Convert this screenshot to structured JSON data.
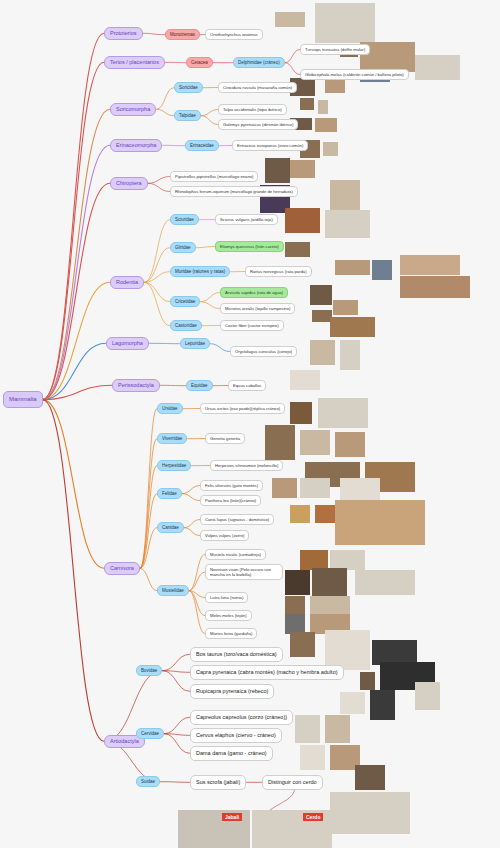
{
  "diagram": {
    "nodes": [
      {
        "text": [
          "Mammalia"
        ]
      },
      {
        "text": [
          "Prototerios"
        ]
      },
      {
        "text": [
          "Monotremas"
        ]
      },
      {
        "text": [
          "Ornithorhynchus anatinus"
        ]
      },
      {
        "text": [
          "Terios / placentarios"
        ]
      },
      {
        "text": [
          "Cetacea"
        ]
      },
      {
        "text": [
          "Delphinidae (cráneo)"
        ]
      },
      {
        "text": [
          "Tursiops truncatus (delfín mular)"
        ]
      },
      {
        "text": [
          "Globicephala melas (calderón común / ballena piloto)"
        ]
      },
      {
        "text": [
          "Soricomorpha"
        ]
      },
      {
        "text": [
          "Soricidae"
        ]
      },
      {
        "text": [
          "Crocidura russula (musaraña común)"
        ]
      },
      {
        "text": [
          "Talpidae"
        ]
      },
      {
        "text": [
          "Talpa occidentalis (topo ibérico)"
        ]
      },
      {
        "text": [
          "Galemys pyrenaicus (desmán ibérico)"
        ]
      },
      {
        "text": [
          "Erinaceomorpha"
        ]
      },
      {
        "text": [
          "Erinaceidae"
        ]
      },
      {
        "text": [
          "Erinaceus europaeus (erizo común)"
        ]
      },
      {
        "text": [
          "Chiroptera"
        ]
      },
      {
        "text": [
          "Pipistrellus pipistrellus (murciélago enano)"
        ]
      },
      {
        "text": [
          "Rhinolophus ferrum-equinum (murciélago grande de herradura)"
        ]
      },
      {
        "text": [
          "Rodentia"
        ]
      },
      {
        "text": [
          "Sciuridae"
        ]
      },
      {
        "text": [
          "Sciurus vulgaris (ardilla roja)"
        ]
      },
      {
        "text": [
          "Gliridae"
        ]
      },
      {
        "text": [
          "Eliomys quercinus (lirón careto)"
        ]
      },
      {
        "text": [
          "Muridae (ratones y ratas)"
        ]
      },
      {
        "text": [
          "Rattus norvegicus (rata parda)"
        ]
      },
      {
        "text": [
          "Cricetidae"
        ]
      },
      {
        "text": [
          "Arvicola sapidus (rata de agua)"
        ]
      },
      {
        "text": [
          "Microtus arvalis (topillo campesino)"
        ]
      },
      {
        "text": [
          "Castoridae"
        ]
      },
      {
        "text": [
          "Castor fiber (castor europeo)"
        ]
      },
      {
        "text": [
          "Lagomorpha"
        ]
      },
      {
        "text": [
          "Leporidae"
        ]
      },
      {
        "text": [
          "Oryctolagus cuniculus (conejo)"
        ]
      },
      {
        "text": [
          "Perissodactyla"
        ]
      },
      {
        "text": [
          "Equidae"
        ]
      },
      {
        "text": [
          "Equus caballus"
        ]
      },
      {
        "text": [
          "Carnivora"
        ]
      },
      {
        "text": [
          "Ursidae"
        ]
      },
      {
        "text": [
          "Ursus arctos (oso pardo)(réplica cráneo)"
        ]
      },
      {
        "text": [
          "Viverridae"
        ]
      },
      {
        "text": [
          "Genetta genetta"
        ]
      },
      {
        "text": [
          "Herpestidae"
        ]
      },
      {
        "text": [
          "Herpestes ichneumon (meloncillo)"
        ]
      },
      {
        "text": [
          "Felidae"
        ]
      },
      {
        "text": [
          "Felis silvestris (gato montés)"
        ]
      },
      {
        "text": [
          "Panthera leo (león)(cráneo)"
        ]
      },
      {
        "text": [
          "Canidae"
        ]
      },
      {
        "text": [
          "Canis lupus (signatus - doméstico)"
        ]
      },
      {
        "text": [
          "Vulpes vulpes (zorro)"
        ]
      },
      {
        "text": [
          "Mustelidae"
        ]
      },
      {
        "text": [
          "Mustela nivalis (comadreja)"
        ]
      },
      {
        "text": [
          "Neovison vison (Pelo oscuro con mancha en la barbilla)"
        ]
      },
      {
        "text": [
          "Lutra lutra (nutria)"
        ]
      },
      {
        "text": [
          "Meles meles (tejón)"
        ]
      },
      {
        "text": [
          "Martes foina (garduña)"
        ]
      },
      {
        "text": [
          "Artiodactyla"
        ]
      },
      {
        "text": [
          "Bovidae"
        ]
      },
      {
        "text": [
          "Bos taurus (toro/vaca doméstica)"
        ]
      },
      {
        "text": [
          "Capra pyrenaica (cabra montés) (macho y hembra adulto)"
        ]
      },
      {
        "text": [
          "Rupicapra pyrenaica (rebeco)"
        ]
      },
      {
        "text": [
          "Cervidae"
        ]
      },
      {
        "text": [
          "Capreolus capreolus (corzo (cráneo))"
        ]
      },
      {
        "text": [
          "Cervus elaphus (ciervo - cráneo)"
        ]
      },
      {
        "text": [
          "Dama dama (gamo - cráneo)"
        ]
      },
      {
        "text": [
          "Suidae"
        ]
      },
      {
        "text": [
          "Sus scrofa (jabalí)"
        ]
      },
      {
        "text": [
          "Distinguir con cerdo"
        ]
      }
    ],
    "edges": [
      {
        "from": 0,
        "to": 1,
        "arrow": "none"
      },
      {
        "from": 0,
        "to": 4,
        "arrow": "none"
      },
      {
        "from": 0,
        "to": 9,
        "arrow": "none"
      },
      {
        "from": 0,
        "to": 15,
        "arrow": "none"
      },
      {
        "from": 0,
        "to": 18,
        "arrow": "none"
      },
      {
        "from": 0,
        "to": 21,
        "arrow": "none"
      },
      {
        "from": 0,
        "to": 33,
        "arrow": "none"
      },
      {
        "from": 0,
        "to": 36,
        "arrow": "none"
      },
      {
        "from": 0,
        "to": 39,
        "arrow": "none"
      },
      {
        "from": 0,
        "to": 58,
        "arrow": "none"
      },
      {
        "from": 1,
        "to": 2,
        "arrow": "none"
      },
      {
        "from": 2,
        "to": 3,
        "arrow": "none"
      },
      {
        "from": 4,
        "to": 5,
        "arrow": "none"
      },
      {
        "from": 5,
        "to": 6,
        "arrow": "none"
      },
      {
        "from": 6,
        "to": 7,
        "arrow": "none"
      },
      {
        "from": 6,
        "to": 8,
        "arrow": "none"
      },
      {
        "from": 9,
        "to": 10,
        "arrow": "none"
      },
      {
        "from": 10,
        "to": 11,
        "arrow": "none"
      },
      {
        "from": 9,
        "to": 12,
        "arrow": "none"
      },
      {
        "from": 12,
        "to": 13,
        "arrow": "none"
      },
      {
        "from": 12,
        "to": 14,
        "arrow": "none"
      },
      {
        "from": 15,
        "to": 16,
        "arrow": "none"
      },
      {
        "from": 16,
        "to": 17,
        "arrow": "none"
      },
      {
        "from": 18,
        "to": 19,
        "arrow": "none"
      },
      {
        "from": 18,
        "to": 20,
        "arrow": "none"
      },
      {
        "from": 21,
        "to": 22,
        "arrow": "none"
      },
      {
        "from": 22,
        "to": 23,
        "arrow": "none"
      },
      {
        "from": 21,
        "to": 24,
        "arrow": "none"
      },
      {
        "from": 24,
        "to": 25,
        "arrow": "none"
      },
      {
        "from": 21,
        "to": 26,
        "arrow": "none"
      },
      {
        "from": 26,
        "to": 27,
        "arrow": "none"
      },
      {
        "from": 21,
        "to": 28,
        "arrow": "none"
      },
      {
        "from": 28,
        "to": 29,
        "arrow": "none"
      },
      {
        "from": 28,
        "to": 30,
        "arrow": "none"
      },
      {
        "from": 21,
        "to": 31,
        "arrow": "none"
      },
      {
        "from": 31,
        "to": 32,
        "arrow": "none"
      },
      {
        "from": 33,
        "to": 34,
        "arrow": "none"
      },
      {
        "from": 34,
        "to": 35,
        "arrow": "none"
      },
      {
        "from": 36,
        "to": 37,
        "arrow": "none"
      },
      {
        "from": 37,
        "to": 38,
        "arrow": "none"
      },
      {
        "from": 39,
        "to": 40,
        "arrow": "none"
      },
      {
        "from": 40,
        "to": 41,
        "arrow": "none"
      },
      {
        "from": 39,
        "to": 42,
        "arrow": "none"
      },
      {
        "from": 42,
        "to": 43,
        "arrow": "none"
      },
      {
        "from": 39,
        "to": 44,
        "arrow": "none"
      },
      {
        "from": 44,
        "to": 45,
        "arrow": "none"
      },
      {
        "from": 39,
        "to": 46,
        "arrow": "none"
      },
      {
        "from": 46,
        "to": 47,
        "arrow": "none"
      },
      {
        "from": 46,
        "to": 48,
        "arrow": "none"
      },
      {
        "from": 39,
        "to": 49,
        "arrow": "none"
      },
      {
        "from": 49,
        "to": 50,
        "arrow": "none"
      },
      {
        "from": 49,
        "to": 51,
        "arrow": "none"
      },
      {
        "from": 39,
        "to": 52,
        "arrow": "none"
      },
      {
        "from": 52,
        "to": 53,
        "arrow": "none"
      },
      {
        "from": 52,
        "to": 54,
        "arrow": "none"
      },
      {
        "from": 52,
        "to": 55,
        "arrow": "none"
      },
      {
        "from": 52,
        "to": 56,
        "arrow": "none"
      },
      {
        "from": 52,
        "to": 57,
        "arrow": "none"
      },
      {
        "from": 58,
        "to": 59,
        "arrow": "none"
      },
      {
        "from": 59,
        "to": 60,
        "arrow": "none"
      },
      {
        "from": 59,
        "to": 61,
        "arrow": "none"
      },
      {
        "from": 59,
        "to": 62,
        "arrow": "none"
      },
      {
        "from": 58,
        "to": 63,
        "arrow": "none"
      },
      {
        "from": 63,
        "to": 64,
        "arrow": "none"
      },
      {
        "from": 63,
        "to": 65,
        "arrow": "none"
      },
      {
        "from": 63,
        "to": 66,
        "arrow": "none"
      },
      {
        "from": 58,
        "to": 67,
        "arrow": "none"
      },
      {
        "from": 67,
        "to": 68,
        "arrow": "none"
      },
      {
        "from": 68,
        "to": 69,
        "arrow": "none"
      }
    ],
    "labels": [
      "Jabalí",
      "Cerdo"
    ]
  }
}
